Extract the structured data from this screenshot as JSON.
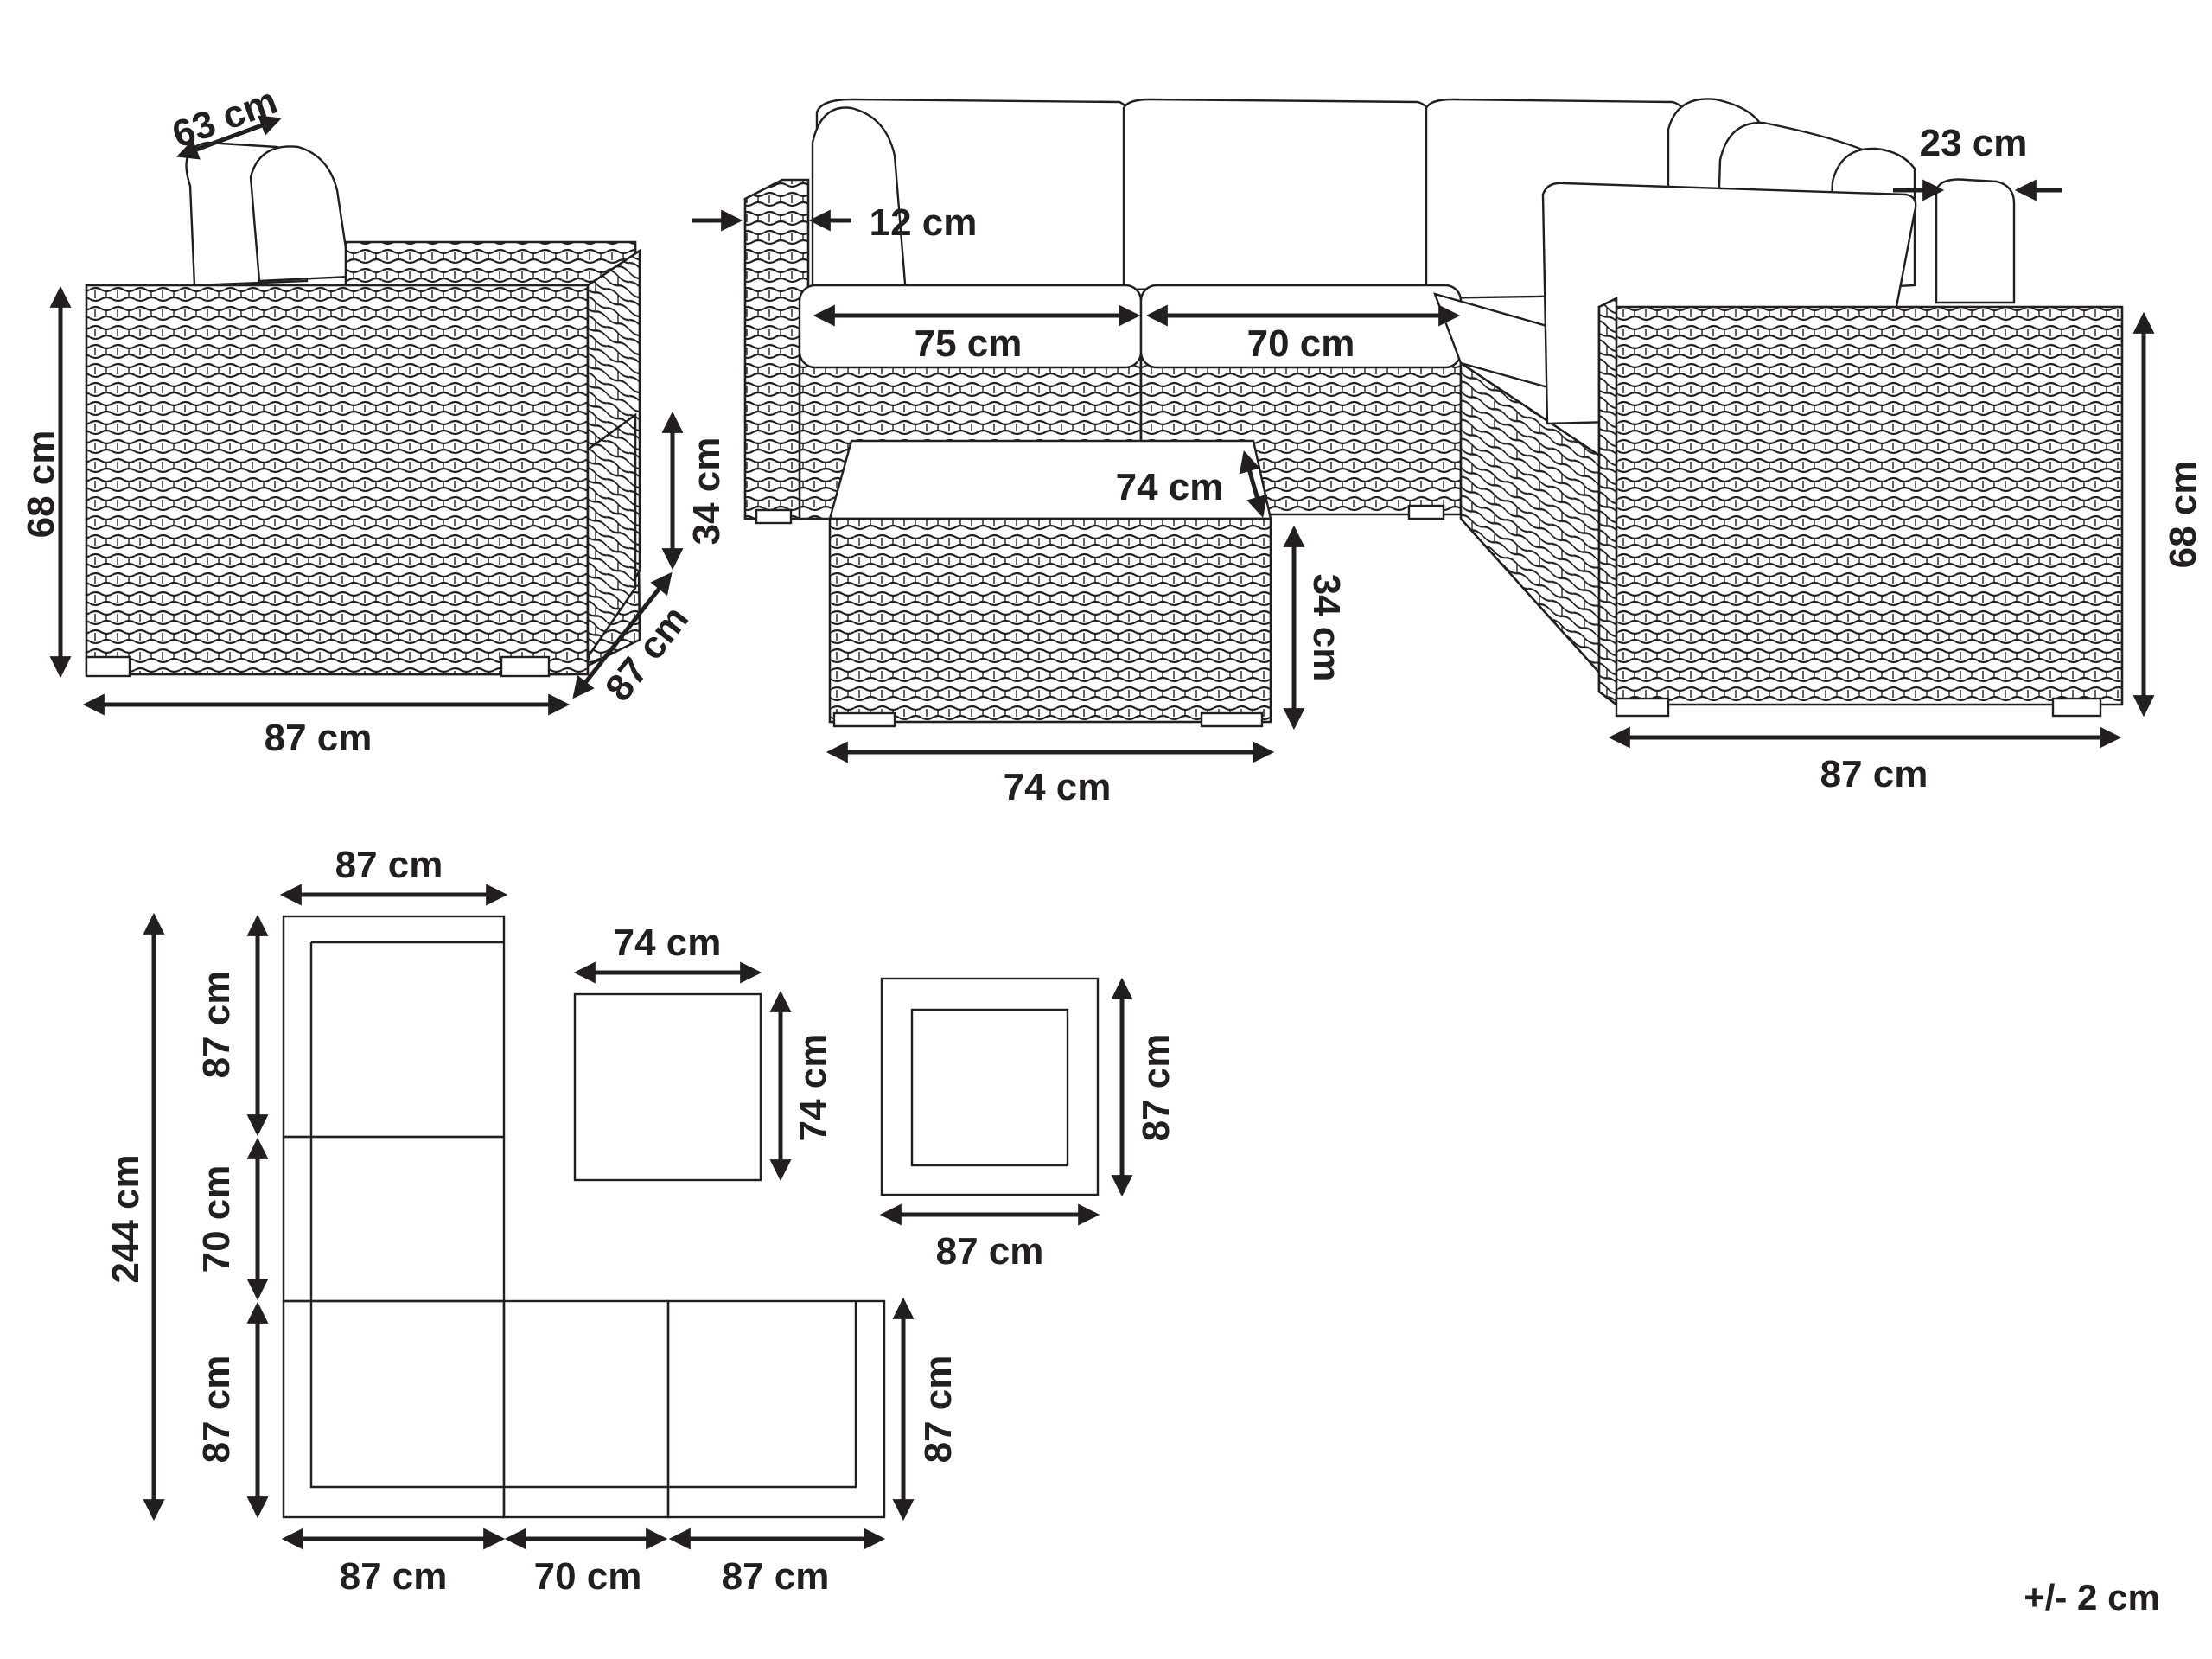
{
  "colors": {
    "ink": "#231f20",
    "background": "#ffffff"
  },
  "armchair": {
    "cushion_depth": "63 cm",
    "height": "68 cm",
    "seat_height": "34 cm",
    "depth": "87 cm",
    "width": "87 cm"
  },
  "corner_set": {
    "arm_width": "12 cm",
    "seat_left": "75 cm",
    "seat_middle": "70 cm",
    "pillow": "23 cm",
    "end_height": "68 cm",
    "end_width": "87 cm"
  },
  "table": {
    "depth": "74 cm",
    "height": "34 cm",
    "width": "74 cm"
  },
  "plan": {
    "top_width": "87 cm",
    "total_length": "244 cm",
    "seg_a": "87 cm",
    "seg_b": "70 cm",
    "seg_c": "87 cm",
    "row_depth": "87 cm",
    "bottom_a": "87 cm",
    "bottom_b": "70 cm",
    "bottom_c": "87 cm",
    "table_width": "74 cm",
    "table_depth": "74 cm",
    "chair_depth": "87 cm",
    "chair_width": "87 cm"
  },
  "tolerance": "+/- 2 cm"
}
